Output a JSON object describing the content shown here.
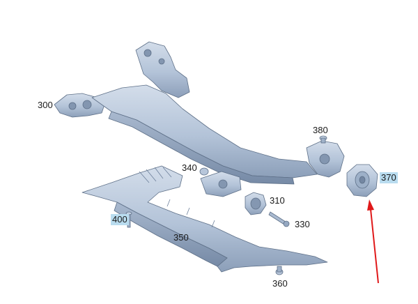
{
  "callouts": {
    "c300": "300",
    "c310": "310",
    "c330": "330",
    "c340": "340",
    "c350": "350",
    "c360": "360",
    "c370": "370",
    "c380": "380",
    "c400": "400"
  },
  "highlighted_callouts": [
    "370",
    "400"
  ],
  "colors": {
    "part_fill": "#b8c8dc",
    "part_shade": "#8fa3bd",
    "part_edge": "#5d6f87",
    "highlight": "#b9dcef",
    "arrow": "#e0191a"
  }
}
